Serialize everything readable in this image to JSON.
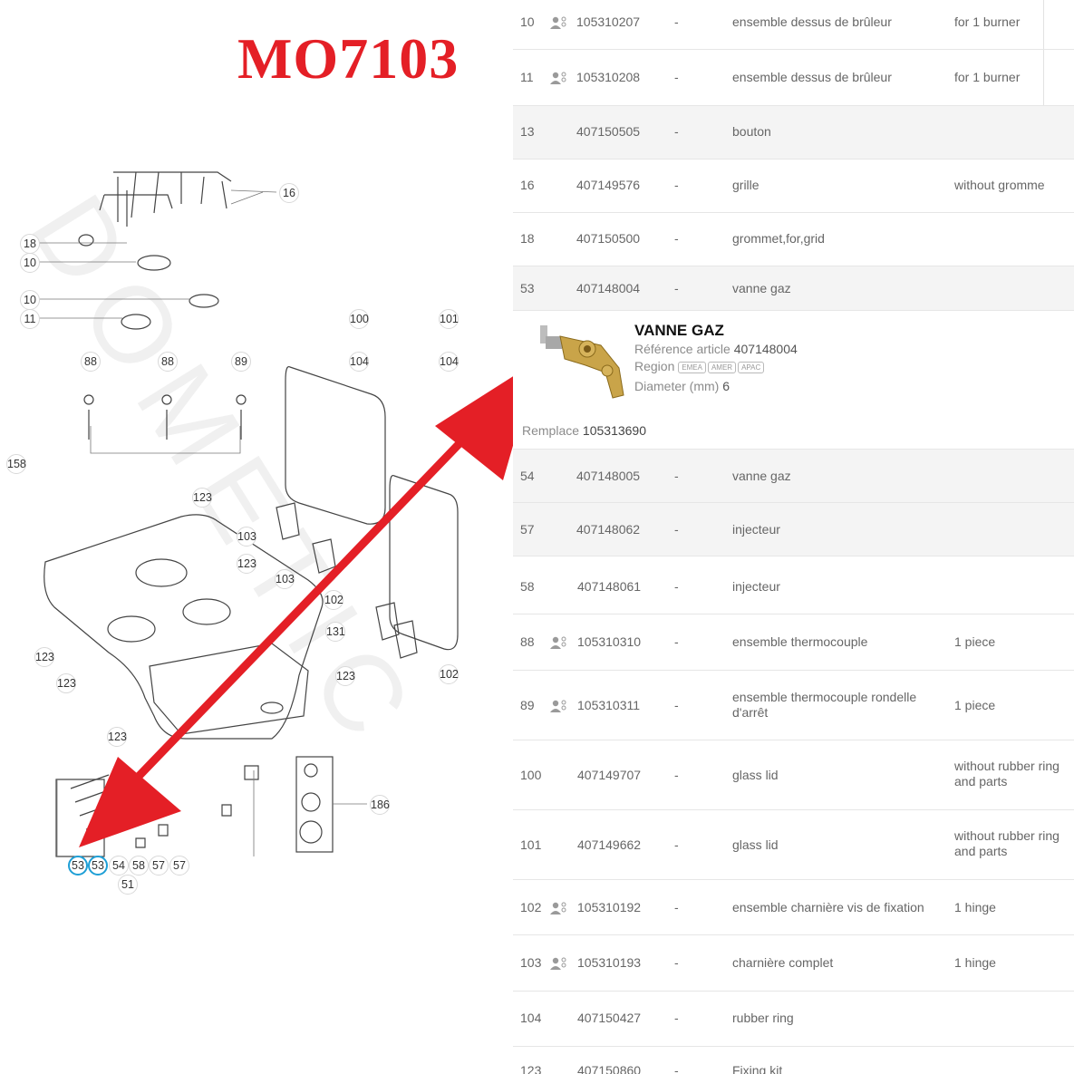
{
  "header": {
    "title": "MO7103",
    "title_color": "#e41f26"
  },
  "diagram": {
    "watermark": "DOMETIC",
    "arrow_color": "#e41f26",
    "highlight_color": "#1e9fd6",
    "callouts": [
      "16",
      "18",
      "10",
      "10",
      "11",
      "88",
      "88",
      "89",
      "100",
      "101",
      "104",
      "104",
      "158",
      "123",
      "103",
      "123",
      "103",
      "102",
      "131",
      "123",
      "123",
      "123",
      "102",
      "123",
      "186",
      "53",
      "53",
      "54",
      "58",
      "57",
      "57",
      "51"
    ]
  },
  "table": {
    "rows": [
      {
        "pos": "10",
        "kit": true,
        "ref": "105310207",
        "dash": "-",
        "desc": "ensemble dessus de brûleur",
        "note": "for 1 burner"
      },
      {
        "pos": "11",
        "kit": true,
        "ref": "105310208",
        "dash": "-",
        "desc": "ensemble dessus de brûleur",
        "note": "for 1 burner"
      },
      {
        "pos": "13",
        "kit": false,
        "ref": "407150505",
        "dash": "-",
        "desc": "bouton",
        "note": ""
      },
      {
        "pos": "16",
        "kit": false,
        "ref": "407149576",
        "dash": "-",
        "desc": "grille",
        "note": "without grommets"
      },
      {
        "pos": "18",
        "kit": false,
        "ref": "407150500",
        "dash": "-",
        "desc": "grommet,for,grid",
        "note": ""
      },
      {
        "pos": "53",
        "kit": false,
        "ref": "407148004",
        "dash": "-",
        "desc": "vanne gaz",
        "note": ""
      },
      {
        "pos": "54",
        "kit": false,
        "ref": "407148005",
        "dash": "-",
        "desc": "vanne gaz",
        "note": ""
      },
      {
        "pos": "57",
        "kit": false,
        "ref": "407148062",
        "dash": "-",
        "desc": "injecteur",
        "note": ""
      },
      {
        "pos": "58",
        "kit": false,
        "ref": "407148061",
        "dash": "-",
        "desc": "injecteur",
        "note": ""
      },
      {
        "pos": "88",
        "kit": true,
        "ref": "105310310",
        "dash": "-",
        "desc": "ensemble thermocouple",
        "note": "1 piece"
      },
      {
        "pos": "89",
        "kit": true,
        "ref": "105310311",
        "dash": "-",
        "desc": "ensemble thermocouple rondelle d'arrêt",
        "note": "1 piece"
      },
      {
        "pos": "100",
        "kit": false,
        "ref": "407149707",
        "dash": "-",
        "desc": "glass lid",
        "note": "without rubber ring and parts"
      },
      {
        "pos": "101",
        "kit": false,
        "ref": "407149662",
        "dash": "-",
        "desc": "glass lid",
        "note": "without rubber ring and parts"
      },
      {
        "pos": "102",
        "kit": true,
        "ref": "105310192",
        "dash": "-",
        "desc": "ensemble charnière vis de fixation",
        "note": "1 hinge"
      },
      {
        "pos": "103",
        "kit": true,
        "ref": "105310193",
        "dash": "-",
        "desc": "charnière complet",
        "note": "1 hinge"
      },
      {
        "pos": "104",
        "kit": false,
        "ref": "407150427",
        "dash": "-",
        "desc": "rubber ring",
        "note": ""
      },
      {
        "pos": "123",
        "kit": false,
        "ref": "407150860",
        "dash": "-",
        "desc": "Fixing kit",
        "note": ""
      }
    ],
    "detail": {
      "title": "VANNE GAZ",
      "ref_label": "Référence article",
      "ref_value": "407148004",
      "region_label": "Region",
      "regions": [
        "EMEA",
        "AMER",
        "APAC"
      ],
      "diameter_label": "Diameter (mm)",
      "diameter_value": "6",
      "replaces_label": "Remplace",
      "replaces_value": "105313690"
    }
  }
}
